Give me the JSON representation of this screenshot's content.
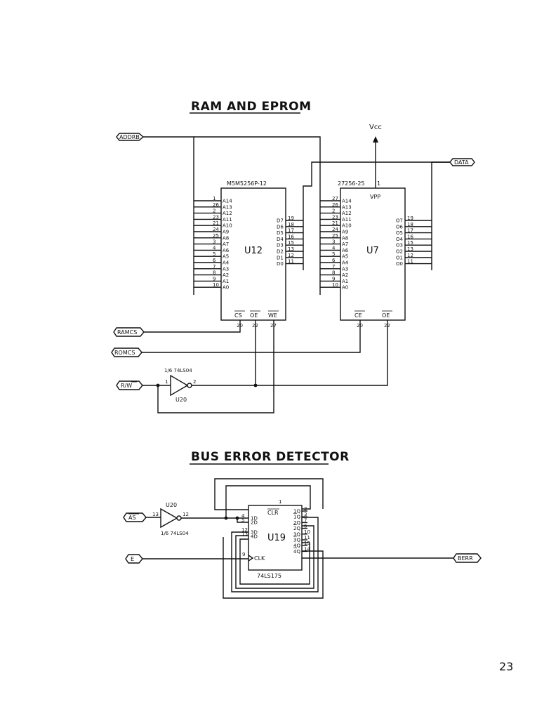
{
  "page_number": "23",
  "ram_section": {
    "title": "RAM AND EPROM",
    "vcc": "Vcc",
    "bus_in": "ADDRB",
    "bus_data": "DATA",
    "inputs": [
      "RAMCS",
      "ROMCS",
      "R/W"
    ],
    "u12": {
      "ref": "U12",
      "part": "M5M5256P-12",
      "addr_pins": [
        "1",
        "26",
        "2",
        "23",
        "21",
        "24",
        "25",
        "3",
        "4",
        "5",
        "6",
        "7",
        "8",
        "9",
        "10"
      ],
      "addr_names": [
        "A14",
        "A13",
        "A12",
        "A11",
        "A10",
        "A9",
        "A8",
        "A7",
        "A6",
        "A5",
        "A4",
        "A3",
        "A2",
        "A1",
        "A0"
      ],
      "data_names": [
        "D7",
        "D6",
        "D5",
        "D4",
        "D3",
        "D2",
        "D1",
        "D0"
      ],
      "data_pins": [
        "19",
        "18",
        "17",
        "16",
        "15",
        "13",
        "12",
        "11"
      ],
      "ctrl_names": [
        "CS",
        "OE",
        "WE"
      ],
      "ctrl_pins": [
        "20",
        "22",
        "27"
      ]
    },
    "u7": {
      "ref": "U7",
      "part": "27256-25",
      "vpp": "VPP",
      "vpp_pin": "1",
      "addr_pins": [
        "27",
        "26",
        "2",
        "23",
        "21",
        "24",
        "25",
        "3",
        "4",
        "5",
        "6",
        "7",
        "8",
        "9",
        "10"
      ],
      "addr_names": [
        "A14",
        "A13",
        "A12",
        "A11",
        "A10",
        "A9",
        "A8",
        "A7",
        "A6",
        "A5",
        "A4",
        "A3",
        "A2",
        "A1",
        "A0"
      ],
      "data_names": [
        "O7",
        "O6",
        "O5",
        "O4",
        "O3",
        "O2",
        "O1",
        "O0"
      ],
      "data_pins": [
        "19",
        "18",
        "17",
        "16",
        "15",
        "13",
        "12",
        "11"
      ],
      "ctrl_names": [
        "CE",
        "OE"
      ],
      "ctrl_pins": [
        "20",
        "22"
      ]
    },
    "inverter": {
      "part": "1/6 74LS04",
      "ref": "U20",
      "pin_in": "1",
      "pin_out": "2"
    }
  },
  "bus_section": {
    "title": "BUS ERROR DETECTOR",
    "inputs": [
      "AS",
      "E"
    ],
    "output": "BERR",
    "inverter": {
      "ref": "U20",
      "part": "1/6 74LS04",
      "pin_in": "13",
      "pin_out": "12"
    },
    "u19": {
      "ref": "U19",
      "part": "74LS175",
      "clr": "CLR",
      "clr_pin": "1",
      "clk": "CLK",
      "clk_pin": "9",
      "d_names": [
        "1D",
        "2D",
        "3D",
        "4D"
      ],
      "d_pins": [
        "4",
        "5",
        "12",
        "13"
      ],
      "q_names": [
        "1Q",
        "1Q",
        "2Q",
        "2Q",
        "3Q",
        "3Q",
        "4Q",
        "4Q"
      ],
      "q_pins": [
        "2",
        "3",
        "7",
        "6",
        "10",
        "11",
        "15",
        "14"
      ]
    }
  }
}
